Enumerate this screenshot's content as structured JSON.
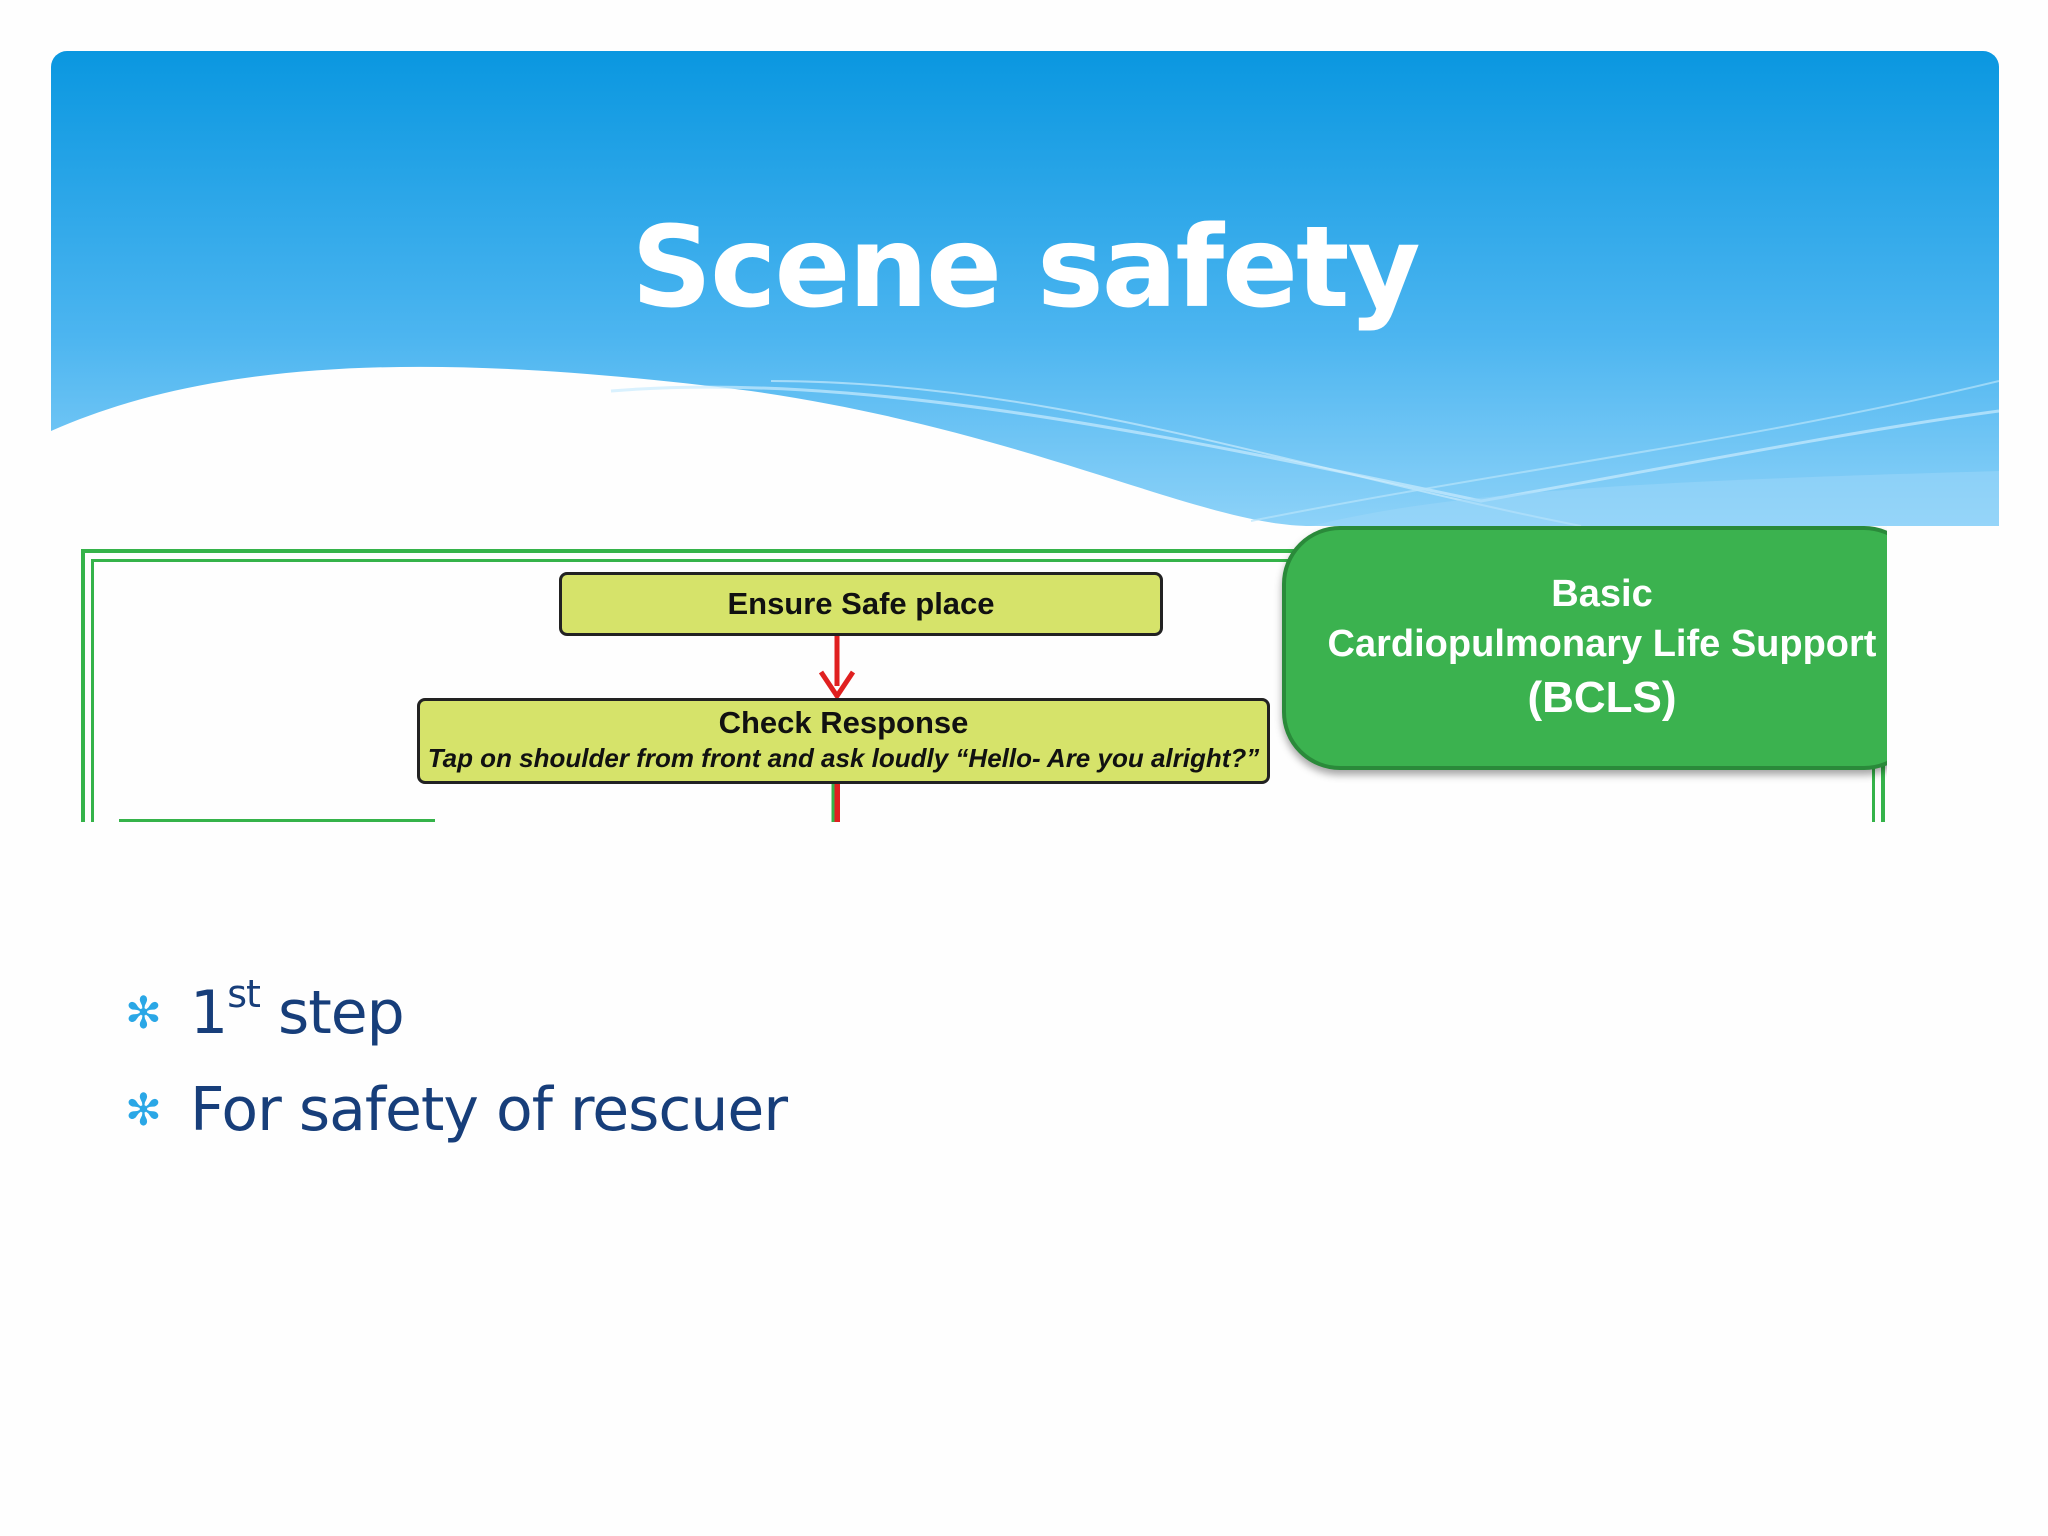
{
  "slide": {
    "title": "Scene safety",
    "bullets": [
      {
        "prefix": "1",
        "superscript": "st",
        "text": " step"
      },
      {
        "prefix": "For safety of rescuer",
        "superscript": "",
        "text": ""
      }
    ]
  },
  "figure": {
    "box_safe": "Ensure Safe place",
    "box_check_title": "Check Response",
    "box_check_subtitle": "Tap on shoulder from front and ask loudly “Hello- Are you alright?”",
    "pill_line1": "Basic",
    "pill_line2": "Cardiopulmonary Life Support",
    "pill_line3": "(BCLS)"
  },
  "colors": {
    "header_top": "#0a97e0",
    "header_bottom": "#8dd2f8",
    "title_text": "#ffffff",
    "bullet_text": "#173e7a",
    "bullet_marker": "#2aa7e6",
    "flow_box": "#d6e36a",
    "pill_green": "#3bb24f",
    "frame_green": "#35b34a",
    "arrow_red": "#e02020"
  },
  "icons": {
    "bullet_marker": "asterisk-icon",
    "flow_arrow": "arrow-down-icon"
  }
}
